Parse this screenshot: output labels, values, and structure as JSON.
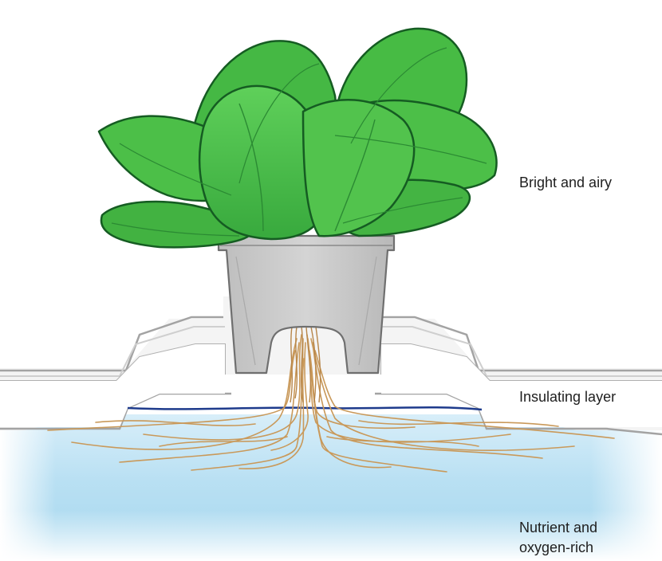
{
  "labels": {
    "bright": "Bright and airy",
    "insulating": "Insulating layer",
    "nutrient_line1": "Nutrient and",
    "nutrient_line2": "oxygen-rich"
  },
  "colors": {
    "leaf_fill": "#4cbf48",
    "leaf_dark": "#2f9d3a",
    "leaf_outline": "#155c22",
    "pot_fill": "#c9c9c9",
    "pot_outline": "#6f6f6f",
    "insulation_fill": "#ffffff",
    "insulation_outline": "#9a9a9a",
    "water_light": "#d7eefa",
    "water_deep": "#a4d6ee",
    "water_line": "#1e3b8c",
    "root": "#c9995a"
  },
  "icons": {
    "plant": "lettuce-plant-icon",
    "pot": "net-pot-icon"
  }
}
